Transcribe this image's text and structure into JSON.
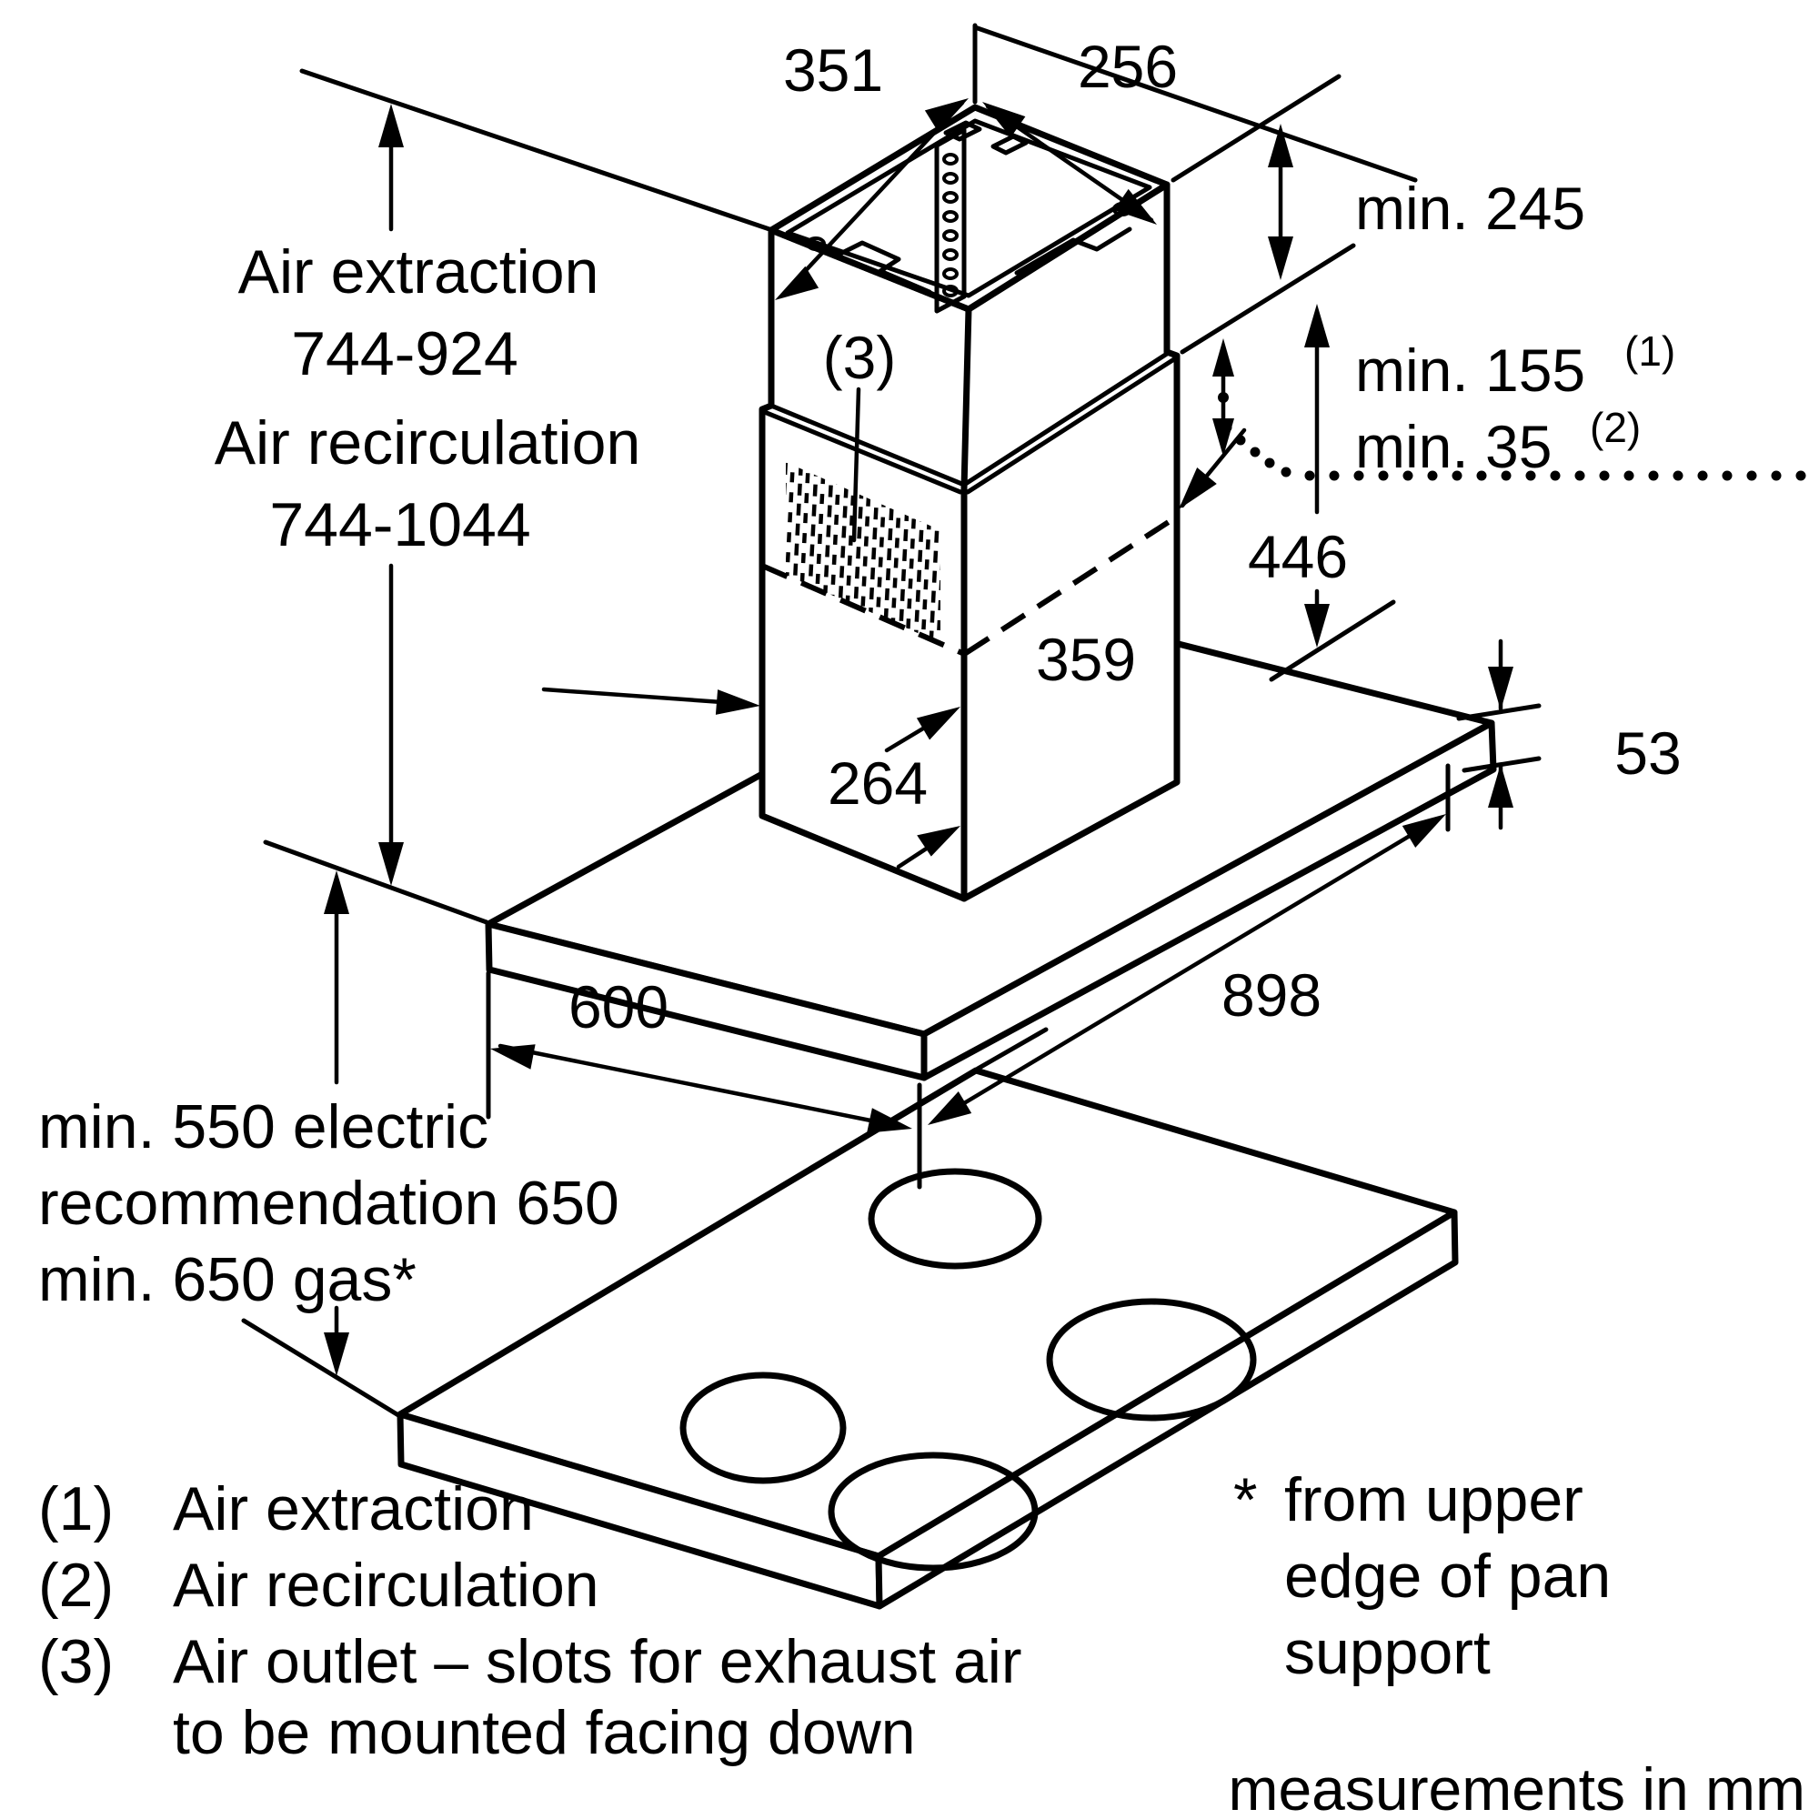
{
  "diagram": {
    "units_note": "measurements in mm",
    "colors": {
      "line": "#000000",
      "background": "#ffffff"
    },
    "height_labels": {
      "line1": "Air extraction",
      "line2": "744-924",
      "line3": "Air recirculation",
      "line4": "744-1044"
    },
    "top_dimensions": {
      "width_left": "351",
      "width_right": "256"
    },
    "right_dimensions": {
      "ceiling_clearance": "min. 245",
      "duct_min_extraction": "min. 155",
      "duct_min_extraction_ref": "(1)",
      "duct_min_recirculation": "min. 35",
      "duct_min_recirculation_ref": "(2)",
      "chimney_height": "446",
      "canopy_thickness": "53"
    },
    "body_dimensions": {
      "outlet_ref": "(3)",
      "chimney_depth": "359",
      "chimney_width": "264",
      "canopy_length": "898",
      "canopy_depth": "600"
    },
    "hob_clearance": {
      "line1": "min. 550 electric",
      "line2": "recommendation 650",
      "line3": "min. 650 gas*"
    },
    "legend": [
      {
        "num": "(1)",
        "text": "Air extraction"
      },
      {
        "num": "(2)",
        "text": "Air recirculation"
      },
      {
        "num": "(3)",
        "text": "Air outlet – slots for exhaust air"
      },
      {
        "num": "",
        "text": "to be mounted facing down"
      }
    ],
    "footnote": {
      "star": "*",
      "line1": "from upper",
      "line2": "edge of pan",
      "line3": "support"
    }
  }
}
